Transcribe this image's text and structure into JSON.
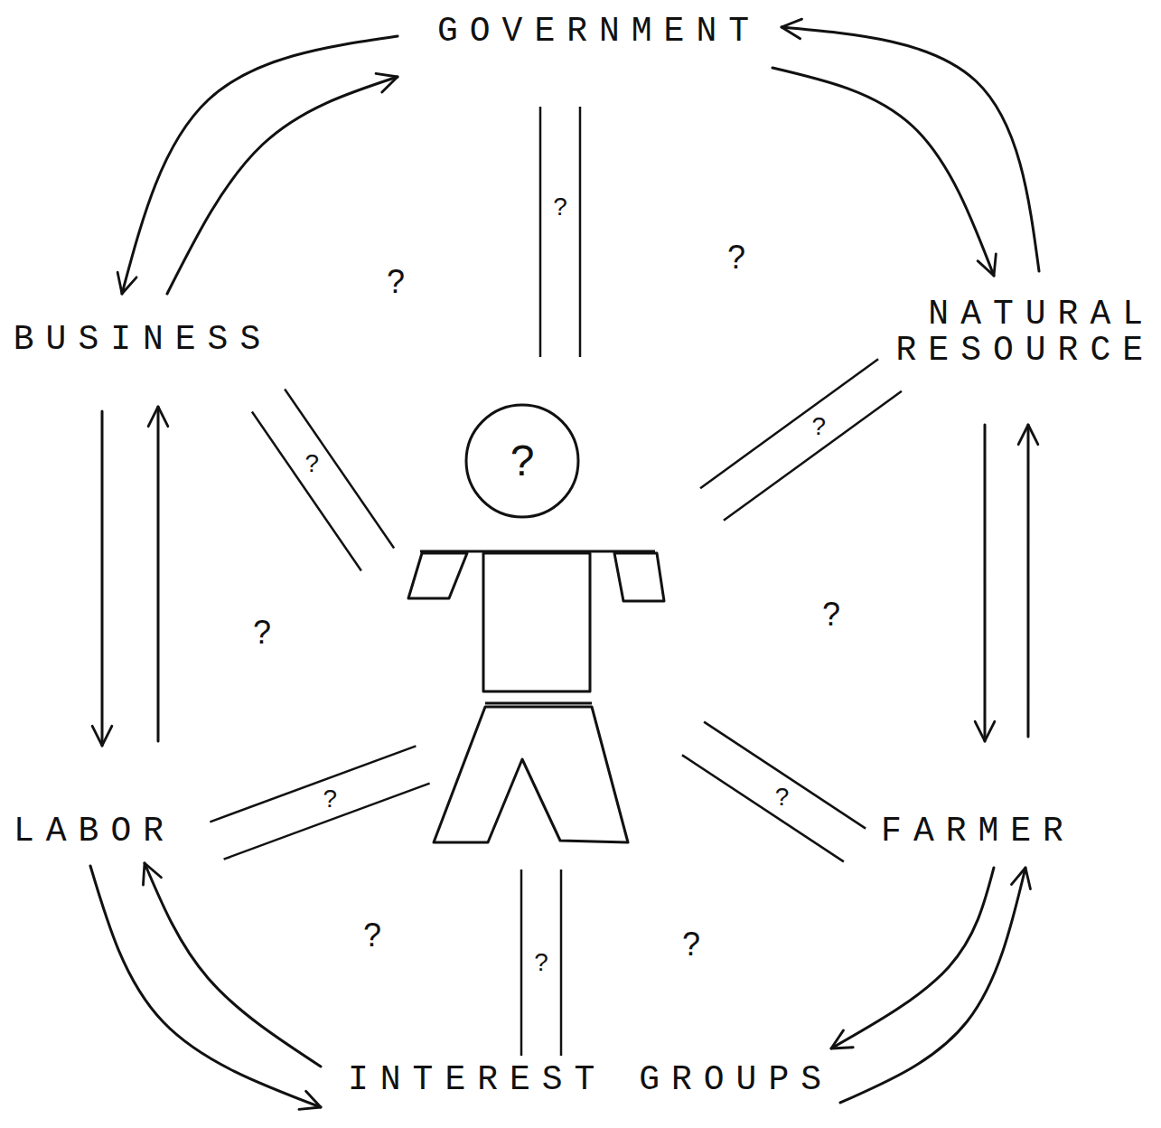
{
  "diagram": {
    "nodes": [
      {
        "text": [
          "GOVERNMENT"
        ]
      },
      {
        "text": [
          "BUSINESS"
        ]
      },
      {
        "text": [
          "NATURAL RESOURCE"
        ]
      },
      {
        "text": [
          "LABOR"
        ]
      },
      {
        "text": [
          "FARMER"
        ]
      },
      {
        "text": [
          "INTEREST GROUPS"
        ]
      },
      {
        "text": [
          "?"
        ]
      }
    ],
    "edges": [
      {
        "from": 0,
        "to": 1,
        "arrow": "to"
      },
      {
        "from": 1,
        "to": 0,
        "arrow": "to"
      },
      {
        "from": 0,
        "to": 2,
        "arrow": "to"
      },
      {
        "from": 2,
        "to": 0,
        "arrow": "to"
      },
      {
        "from": 1,
        "to": 3,
        "arrow": "to"
      },
      {
        "from": 3,
        "to": 1,
        "arrow": "to"
      },
      {
        "from": 2,
        "to": 4,
        "arrow": "to"
      },
      {
        "from": 4,
        "to": 2,
        "arrow": "to"
      },
      {
        "from": 3,
        "to": 5,
        "arrow": "to"
      },
      {
        "from": 5,
        "to": 3,
        "arrow": "to"
      },
      {
        "from": 4,
        "to": 5,
        "arrow": "to"
      },
      {
        "from": 5,
        "to": 4,
        "arrow": "to"
      },
      {
        "from": 6,
        "to": 0,
        "label": "?",
        "arrow": "none"
      },
      {
        "from": 6,
        "to": 1,
        "label": "?",
        "arrow": "none"
      },
      {
        "from": 6,
        "to": 2,
        "label": "?",
        "arrow": "none"
      },
      {
        "from": 6,
        "to": 3,
        "label": "?",
        "arrow": "none"
      },
      {
        "from": 6,
        "to": 4,
        "label": "?",
        "arrow": "none"
      },
      {
        "from": 6,
        "to": 5,
        "label": "?",
        "arrow": "none"
      }
    ],
    "labels": [
      "?",
      "?",
      "?",
      "?",
      "?",
      "?"
    ]
  }
}
